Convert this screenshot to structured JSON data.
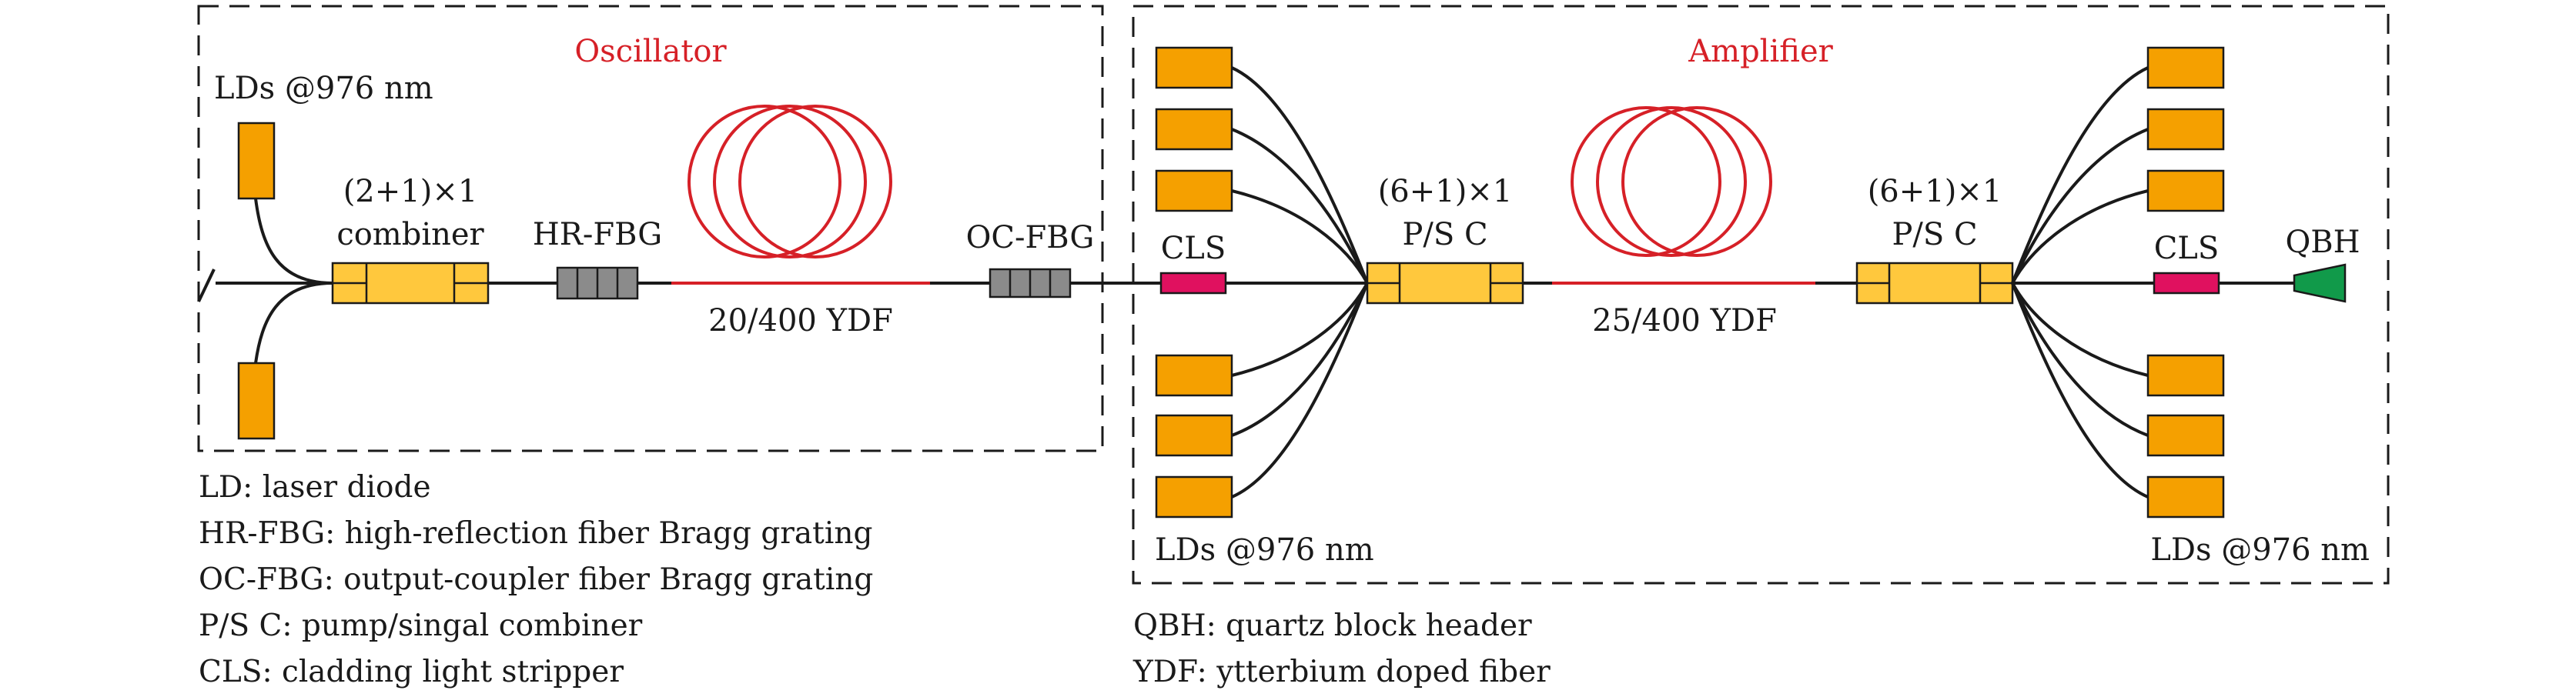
{
  "sections": {
    "oscillator": "Oscillator",
    "amplifier": "Amplifier"
  },
  "labels": {
    "lds_osc": "LDs @976 nm",
    "comb_osc_1": "(2+1)×1",
    "comb_osc_2": "combiner",
    "hr_fbg": "HR-FBG",
    "oc_fbg": "OC-FBG",
    "ydf_osc": "20/400 YDF",
    "cls_1": "CLS",
    "psc1_1": "(6+1)×1",
    "psc1_2": "P/S C",
    "ydf_amp": "25/400 YDF",
    "psc2_1": "(6+1)×1",
    "psc2_2": "P/S C",
    "cls_2": "CLS",
    "qbh": "QBH",
    "lds_amp_left": "LDs @976 nm",
    "lds_amp_right": "LDs @976 nm"
  },
  "legend_left": [
    "LD: laser diode",
    "HR-FBG: high-reflection fiber Bragg grating",
    "OC-FBG: output-coupler fiber Bragg grating",
    "P/S C: pump/singal combiner",
    "CLS: cladding light stripper"
  ],
  "legend_right": [
    "QBH: quartz block header",
    "YDF: ytterbium doped fiber"
  ],
  "colors": {
    "title": "#d62027",
    "laser_diode": "#f5a000",
    "combiner": "#ffc83d",
    "fbg": "#8b8b8b",
    "cls": "#e0115f",
    "qbh": "#119a4a",
    "active_fiber": "#d62027"
  }
}
